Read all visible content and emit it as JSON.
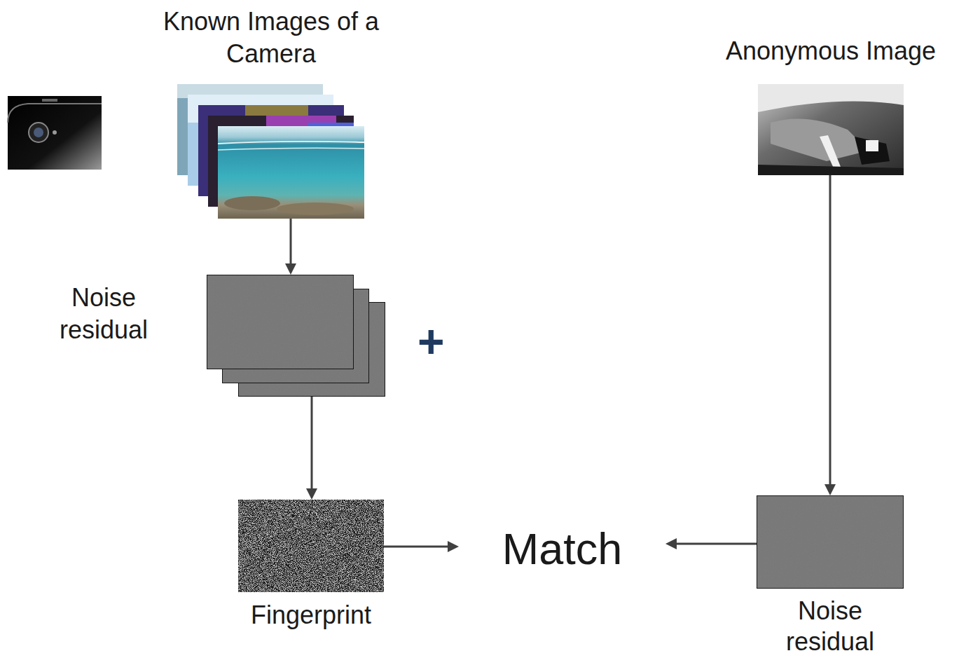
{
  "diagram": {
    "nodes": [
      {
        "text": [
          "Known Images of a Camera"
        ]
      },
      {
        "text": [
          "Noise residual"
        ]
      },
      {
        "text": [
          "Fingerprint"
        ]
      },
      {
        "text": [
          "Match"
        ]
      },
      {
        "text": [
          "Anonymous Image"
        ]
      },
      {
        "text": [
          "Noise residual"
        ]
      }
    ],
    "edges": [
      {
        "from": 0,
        "to": 1,
        "arrow": "to"
      },
      {
        "from": 1,
        "to": 2,
        "arrow": "to"
      },
      {
        "from": 2,
        "to": 3,
        "arrow": "to"
      },
      {
        "from": 5,
        "to": 3,
        "arrow": "to"
      },
      {
        "from": 4,
        "to": 5,
        "arrow": "to"
      }
    ],
    "labels": [
      "+"
    ]
  }
}
